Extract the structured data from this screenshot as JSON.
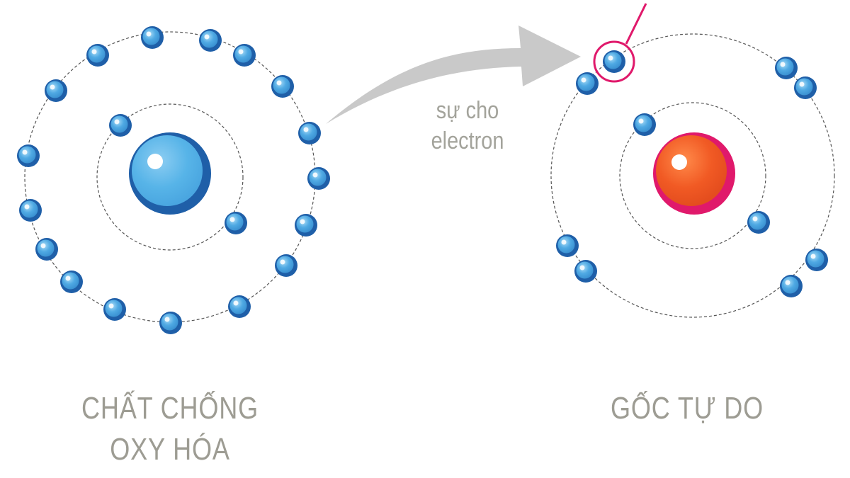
{
  "captions": {
    "left_line1": "CHẤT CHỐNG",
    "left_line2": "OXY HÓA",
    "right": "GỐC TỰ DO"
  },
  "arrow": {
    "line1": "sự cho",
    "line2": "electron"
  },
  "colors": {
    "antioxidant_nucleus": "#57b4e8",
    "antioxidant_nucleus_ring": "#1f5fa8",
    "free_radical_nucleus": "#f15a24",
    "free_radical_nucleus_ring": "#e0196b",
    "electron": "#58b2e6",
    "electron_ring": "#1f5fa8",
    "orbit": "#555555",
    "arrow": "#c8c8c8",
    "highlight_ring": "#e0196b",
    "caption_text": "#9d9c93"
  }
}
